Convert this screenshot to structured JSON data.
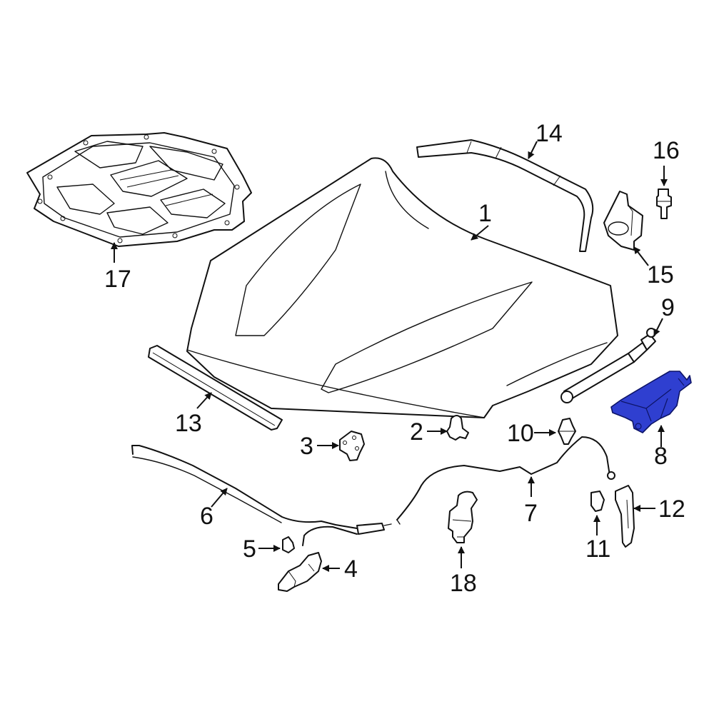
{
  "diagram": {
    "highlight_color": "#2f3fd0",
    "line_color": "#111111",
    "background": "#ffffff",
    "callouts": [
      {
        "id": "1",
        "label": "1"
      },
      {
        "id": "2",
        "label": "2"
      },
      {
        "id": "3",
        "label": "3"
      },
      {
        "id": "4",
        "label": "4"
      },
      {
        "id": "5",
        "label": "5"
      },
      {
        "id": "6",
        "label": "6"
      },
      {
        "id": "7",
        "label": "7"
      },
      {
        "id": "8",
        "label": "8"
      },
      {
        "id": "9",
        "label": "9"
      },
      {
        "id": "10",
        "label": "10"
      },
      {
        "id": "11",
        "label": "11"
      },
      {
        "id": "12",
        "label": "12"
      },
      {
        "id": "13",
        "label": "13"
      },
      {
        "id": "14",
        "label": "14"
      },
      {
        "id": "15",
        "label": "15"
      },
      {
        "id": "16",
        "label": "16"
      },
      {
        "id": "17",
        "label": "17"
      },
      {
        "id": "18",
        "label": "18"
      }
    ],
    "highlighted_part": "8"
  }
}
